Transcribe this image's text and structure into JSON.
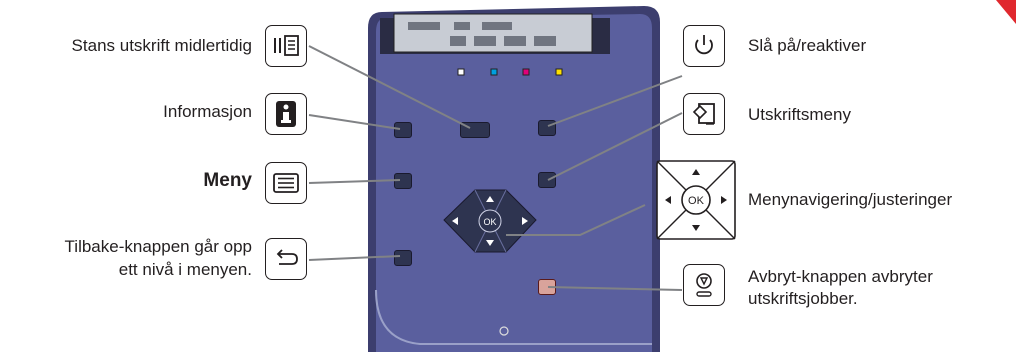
{
  "labels": {
    "pause": "Stans utskrift midlertidig",
    "info": "Informasjon",
    "menu": "Meny",
    "back_line1": "Tilbake-knappen går opp",
    "back_line2": "ett nivå i menyen.",
    "power": "Slå på/reaktiver",
    "print_menu": "Utskriftsmeny",
    "navigation": "Menynavigering/justeringer",
    "cancel_line1": "Avbryt-knappen avbryter",
    "cancel_line2": "utskriftsjobber."
  },
  "icons": {
    "pause": "pause-document-icon",
    "info": "info-icon",
    "menu": "menu-list-icon",
    "back": "back-arrow-icon",
    "power": "power-icon",
    "print_menu": "print-menu-icon",
    "navigation": "navigation-pad-icon",
    "cancel": "cancel-icon"
  },
  "panel": {
    "ok_label": "OK",
    "indicator_colors": [
      "#ffffff",
      "#00a0e0",
      "#e0007a",
      "#ffe000"
    ],
    "body_color": "#5a5f9e",
    "display_color": "#c8ccd4"
  }
}
